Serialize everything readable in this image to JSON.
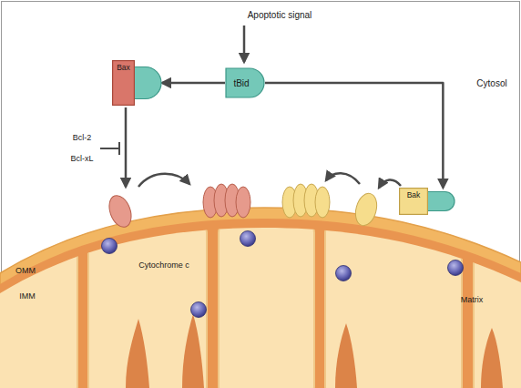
{
  "diagram": {
    "nodes": [
      {
        "text": [
          "tBid"
        ]
      },
      {
        "text": [
          "Bax"
        ]
      },
      {
        "text": [
          "Bak"
        ]
      }
    ],
    "edges": [
      {
        "from": 0,
        "to": 1,
        "arrow": "to"
      },
      {
        "from": 0,
        "to": 2,
        "arrow": "to"
      }
    ],
    "labels": [
      "Apoptotic signal",
      "Cytosol",
      "Bcl-2",
      "Bcl-xL",
      "Cytochrome c",
      "OMM",
      "IMM",
      "Matrix"
    ]
  }
}
